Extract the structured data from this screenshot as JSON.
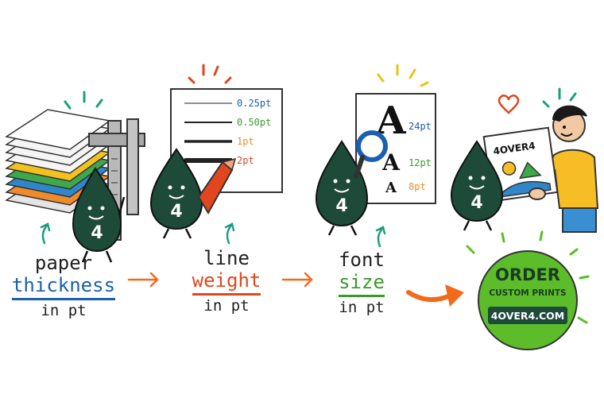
{
  "colors": {
    "ink_drop": "#1e4a3a",
    "accent_orange": "#f36a1c",
    "accent_blue": "#1b5fb0",
    "accent_green": "#3a9a2a",
    "accent_red": "#e0471f",
    "badge_green": "#5cbc2a"
  },
  "steps": [
    {
      "caption_top": "paper",
      "caption_key": "thickness",
      "caption_unit": "in pt"
    },
    {
      "caption_top": "line",
      "caption_key": "weight",
      "caption_unit": "in pt",
      "line_labels": [
        "0.25pt",
        "0.50pt",
        "1pt",
        "2pt"
      ]
    },
    {
      "caption_top": "font",
      "caption_key": "size",
      "caption_unit": "in pt",
      "size_labels": [
        "24pt",
        "12pt",
        "8pt"
      ],
      "glyph": "A"
    }
  ],
  "mascot_digit": "4",
  "brochure_brand": "4OVER4",
  "badge": {
    "line1": "ORDER",
    "line2": "CUSTOM PRINTS",
    "line3": "4OVER4.COM"
  }
}
